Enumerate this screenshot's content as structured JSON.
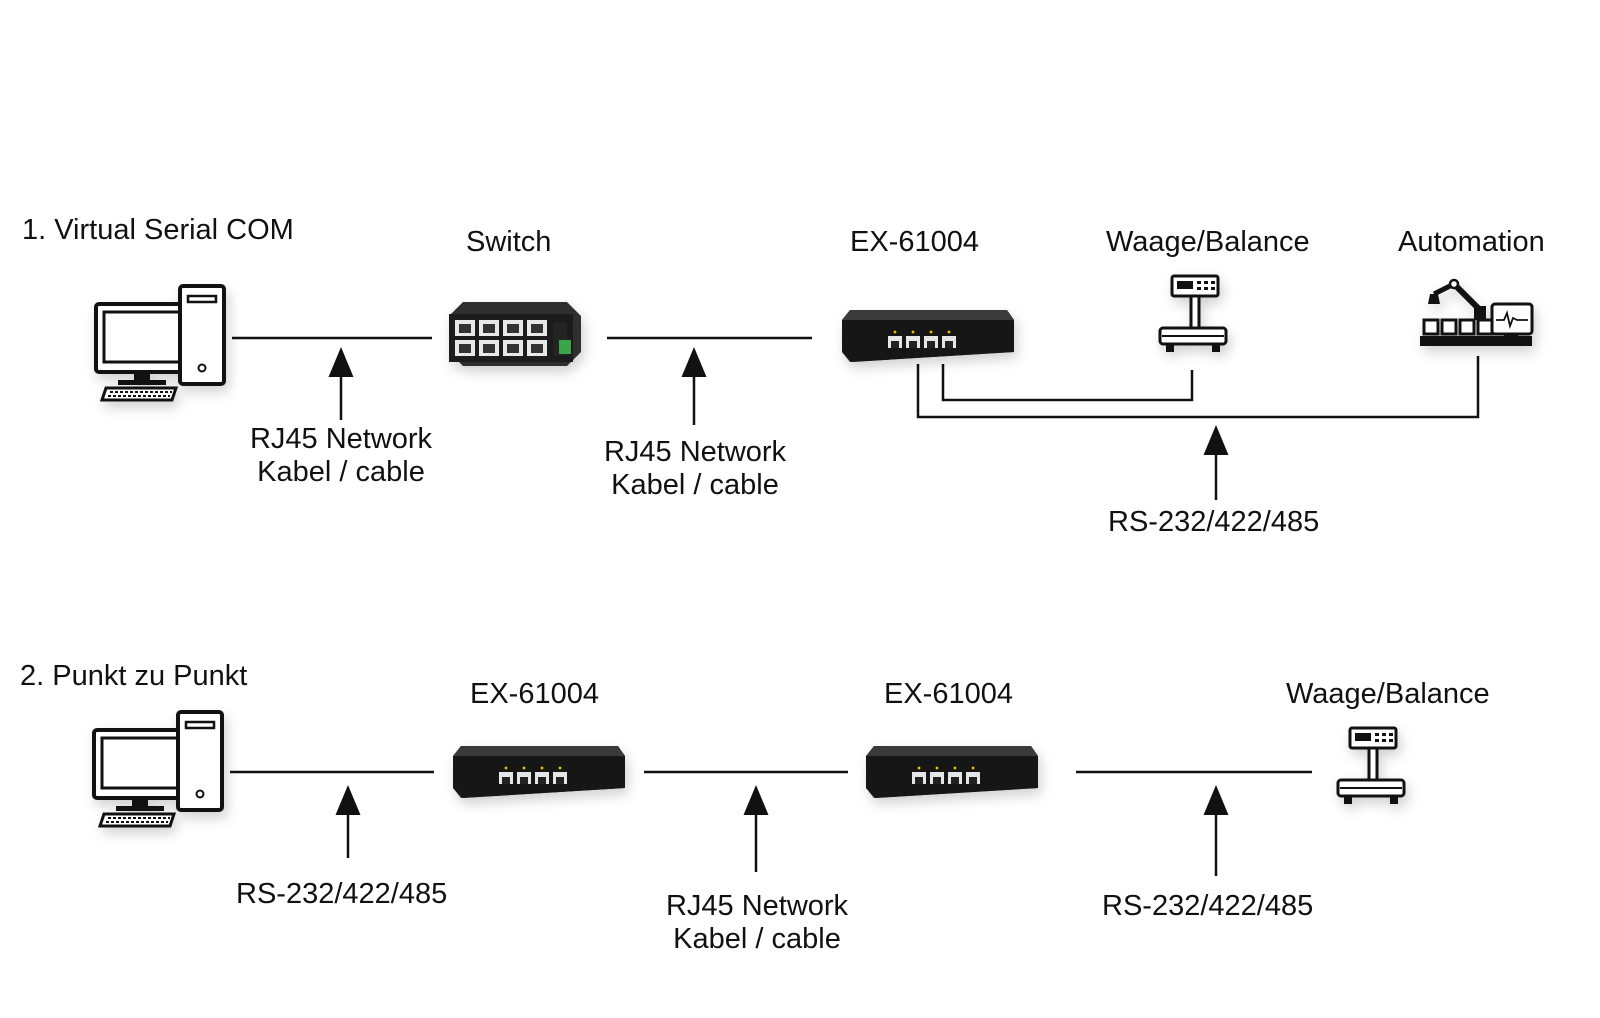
{
  "section1": {
    "title": "1. Virtual Serial COM",
    "switch_label": "Switch",
    "device_label": "EX-61004",
    "balance_label": "Waage/Balance",
    "automation_label": "Automation",
    "cable1": {
      "line1": "RJ45 Network",
      "line2": "Kabel / cable"
    },
    "cable2": {
      "line1": "RJ45 Network",
      "line2": "Kabel / cable"
    },
    "serial_label": "RS-232/422/485"
  },
  "section2": {
    "title": "2. Punkt zu Punkt",
    "device1_label": "EX-61004",
    "device2_label": "EX-61004",
    "balance_label": "Waage/Balance",
    "serial_label_left": "RS-232/422/485",
    "cable": {
      "line1": "RJ45 Network",
      "line2": "Kabel / cable"
    },
    "serial_label_right": "RS-232/422/485"
  },
  "icons": [
    "computer-icon",
    "network-switch-icon",
    "serial-server-icon",
    "scale-icon",
    "automation-robot-icon"
  ],
  "colors": {
    "line": "#111111",
    "device": "#1e1e1e",
    "port": "#e8e8e8",
    "led": "#f2c200"
  }
}
